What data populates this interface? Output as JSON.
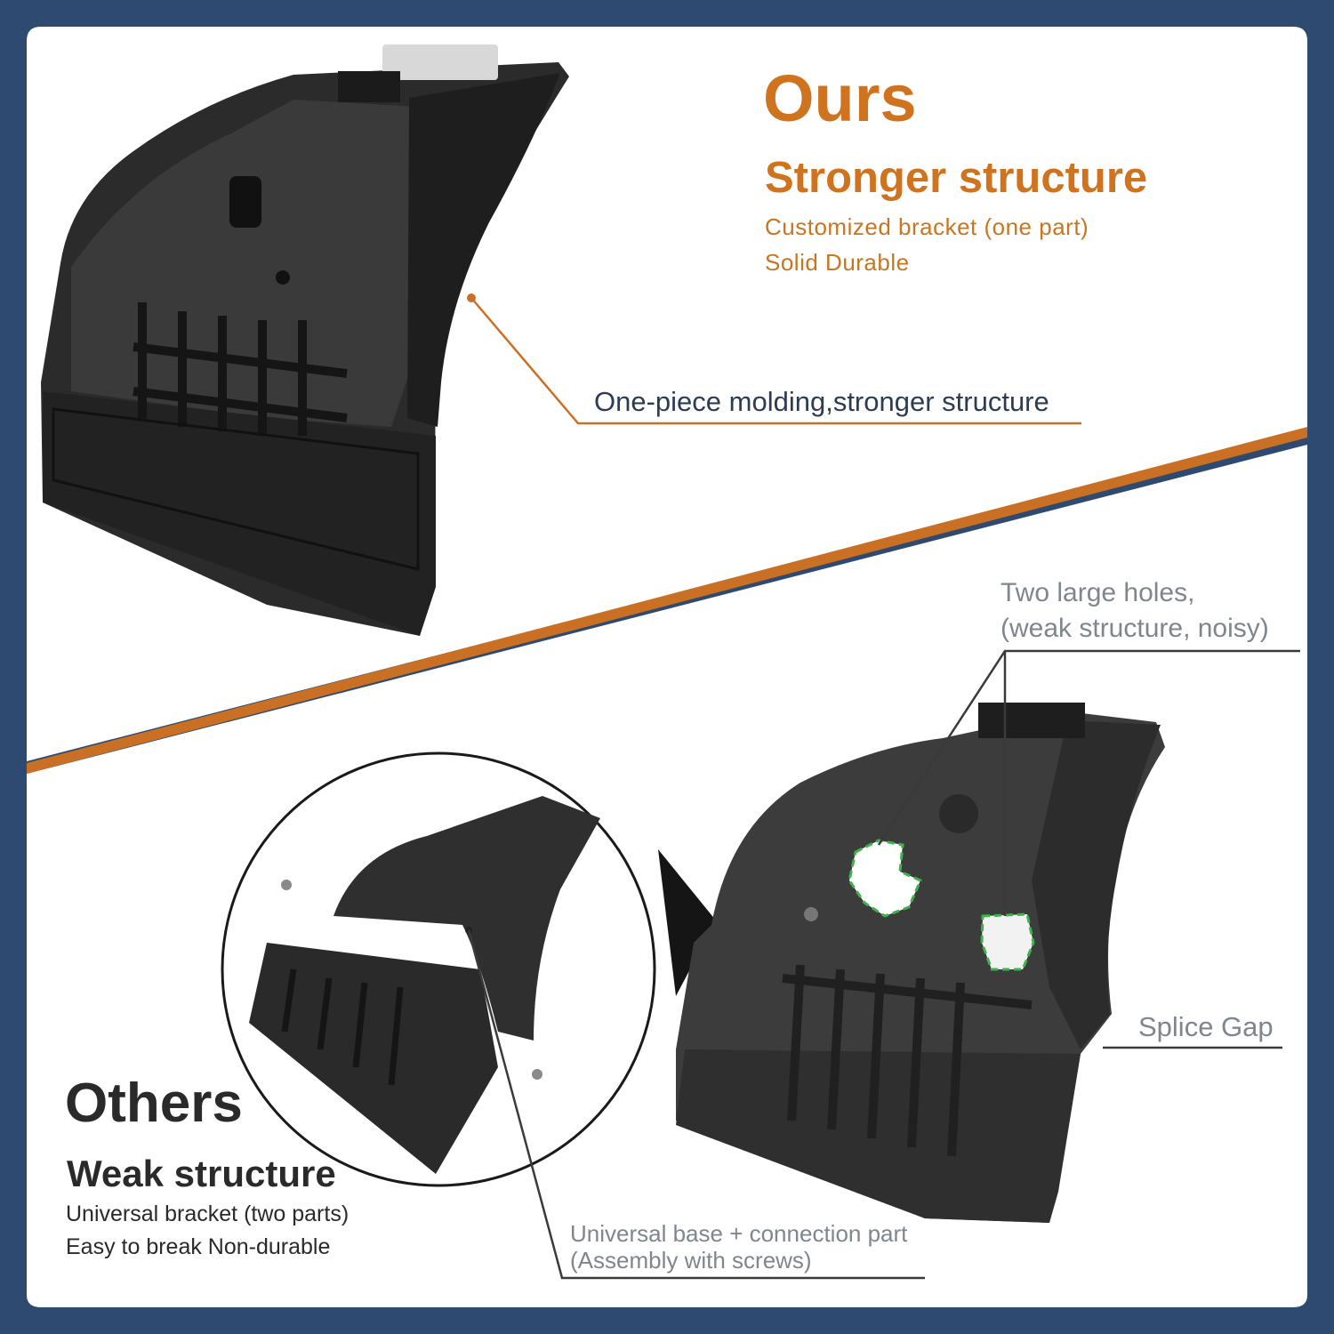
{
  "ours": {
    "title": "Ours",
    "subtitle": "Stronger structure",
    "line1": "Customized bracket (one part)",
    "line2": "Solid Durable",
    "callout": "One-piece molding,stronger structure"
  },
  "others": {
    "title": "Others",
    "subtitle": "Weak structure",
    "line1": "Universal bracket (two parts)",
    "line2": "Easy to break Non-durable",
    "callout_holes_line1": "Two large holes,",
    "callout_holes_line2": "(weak structure,  noisy)",
    "callout_splice": "Splice Gap",
    "callout_base_line1": "Universal base + connection part",
    "callout_base_line2": "(Assembly with screws)"
  },
  "colors": {
    "accent": "#d0731f",
    "navy": "#2f4a70",
    "panel": "#ffffff",
    "dark_text": "#2a2a2a",
    "gray_text": "#7f868e"
  }
}
